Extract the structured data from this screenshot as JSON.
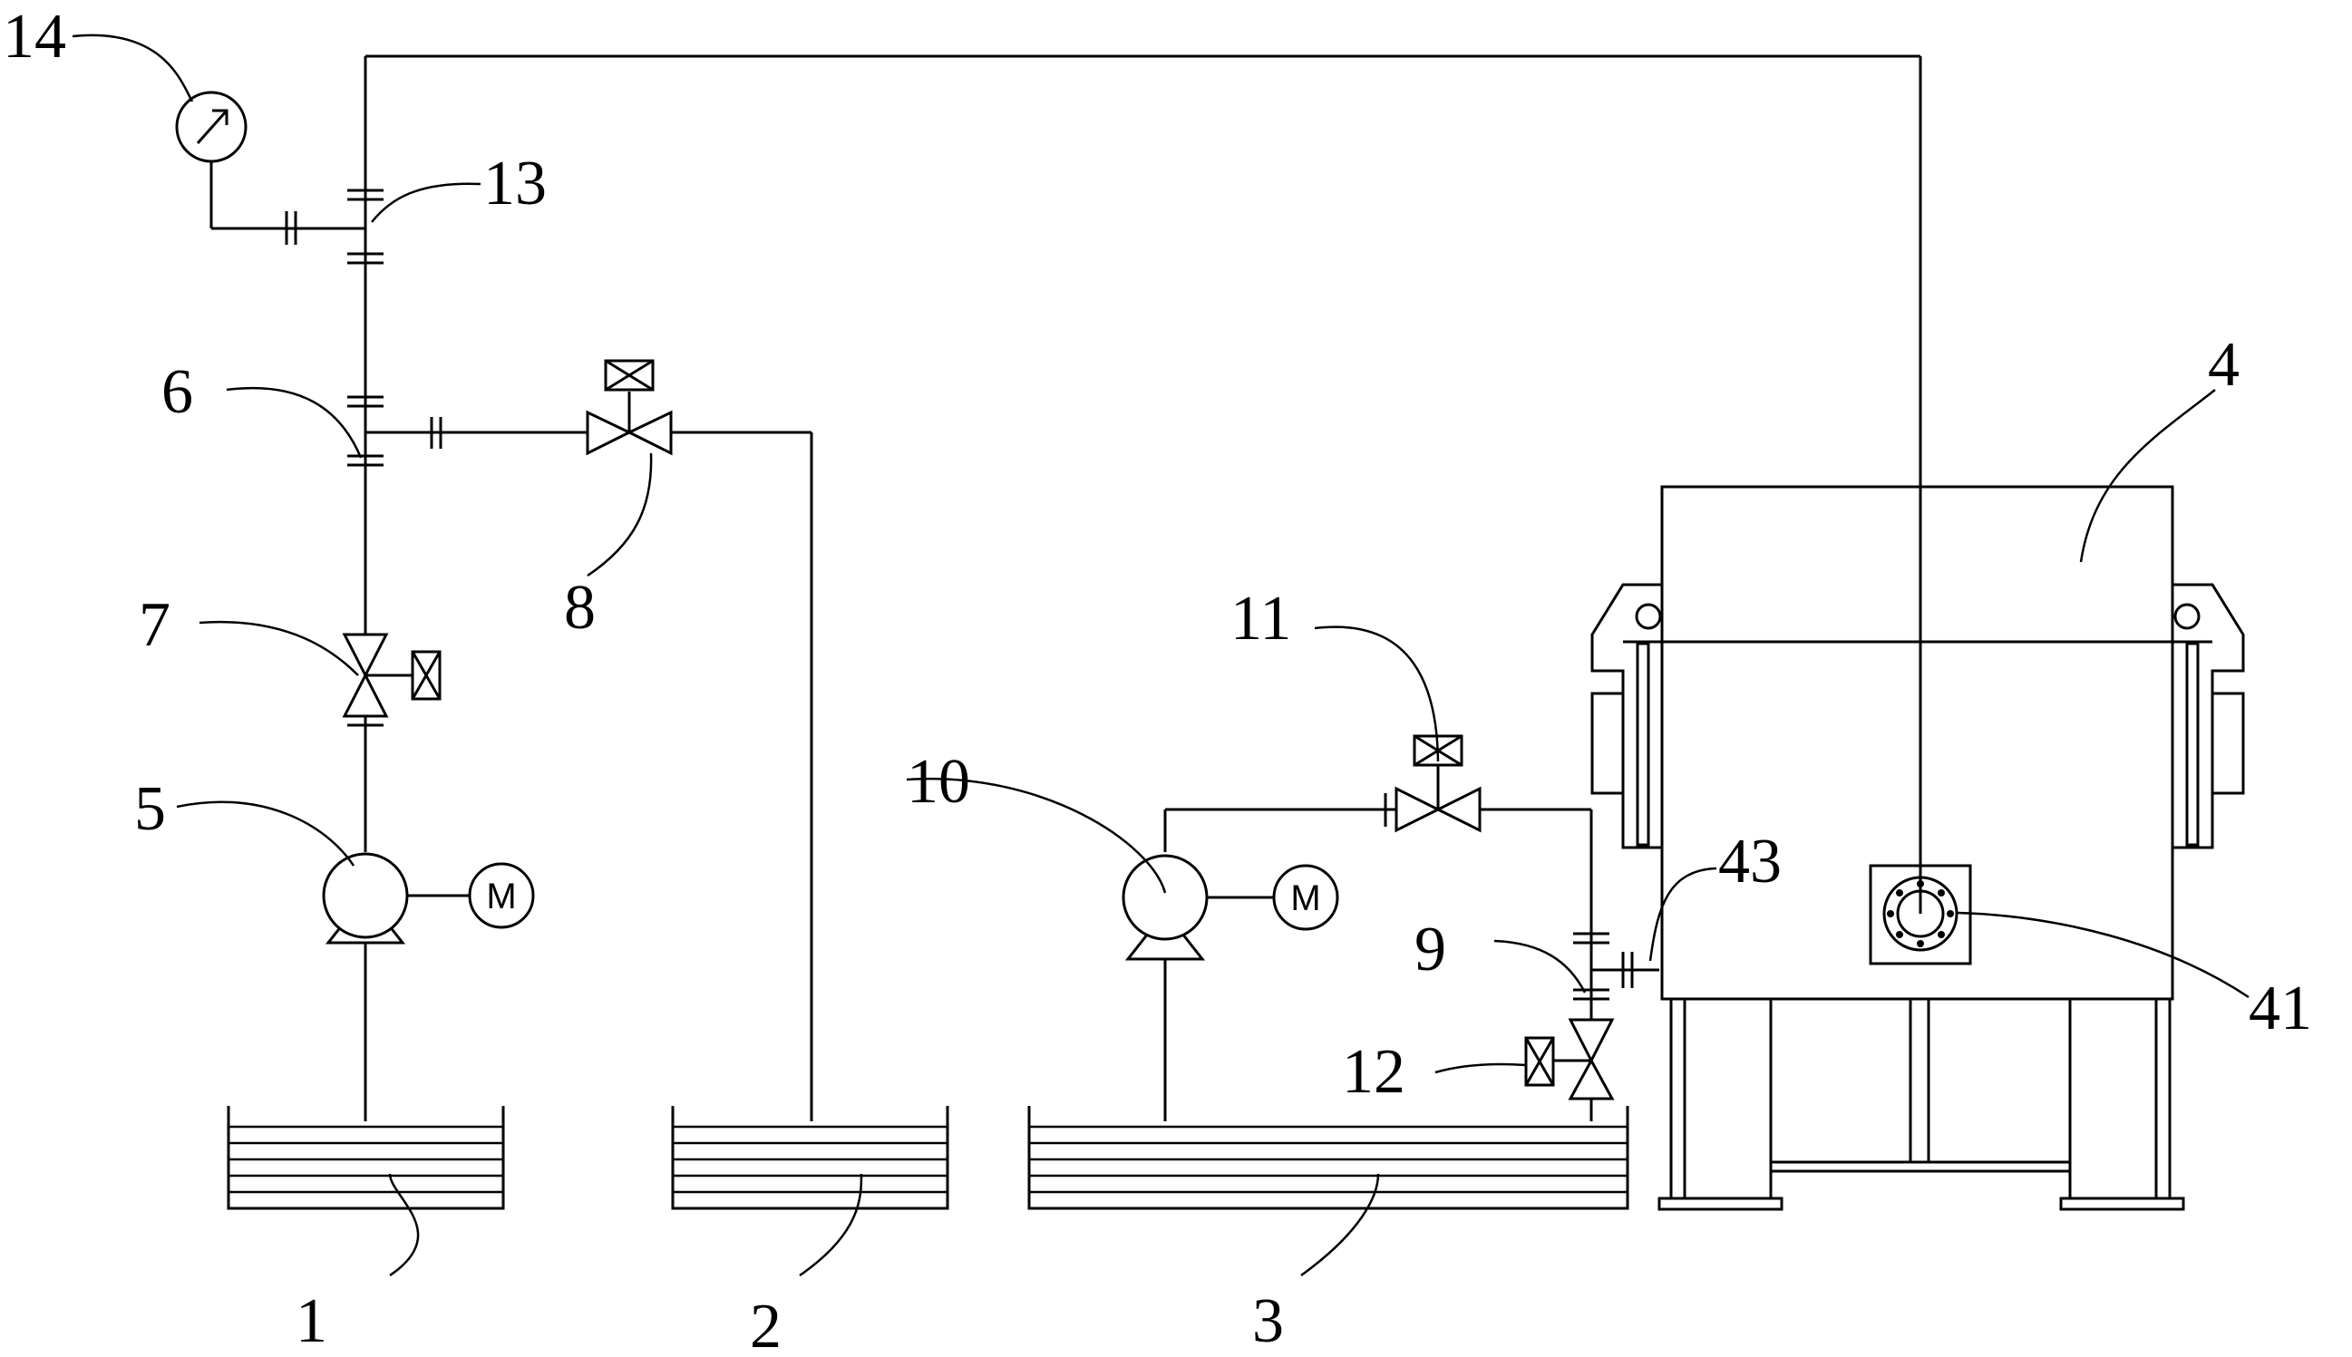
{
  "labels": {
    "l1": "1",
    "l2": "2",
    "l3": "3",
    "l4": "4",
    "l5": "5",
    "l6": "6",
    "l7": "7",
    "l8": "8",
    "l9": "9",
    "l10": "10",
    "l11": "11",
    "l12": "12",
    "l13": "13",
    "l14": "14",
    "l41": "41",
    "l43": "43"
  },
  "motor_letter": "M",
  "icons": {
    "pump": "pump-icon",
    "motor": "motor-icon",
    "valve": "gate-valve-icon",
    "actuator": "valve-actuator-icon",
    "gauge": "pressure-gauge-icon",
    "flange": "pipe-flange-icon",
    "tank": "tank-icon"
  }
}
